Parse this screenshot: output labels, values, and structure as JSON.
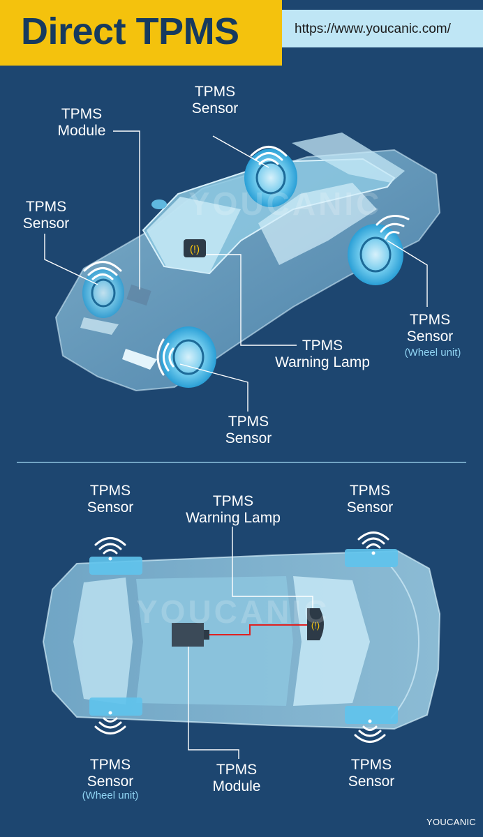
{
  "header": {
    "title": "Direct TPMS",
    "url": "https://www.youcanic.com/"
  },
  "top_diagram": {
    "labels": {
      "sensor_rear_top": [
        "TPMS",
        "Sensor"
      ],
      "module": [
        "TPMS",
        "Module"
      ],
      "sensor_left": [
        "TPMS",
        "Sensor"
      ],
      "sensor_right": [
        "TPMS",
        "Sensor"
      ],
      "sensor_right_sub": "(Wheel unit)",
      "warning_lamp": [
        "TPMS",
        "Warning Lamp"
      ],
      "sensor_bottom": [
        "TPMS",
        "Sensor"
      ]
    },
    "watermark": "YOUCANIC"
  },
  "bottom_diagram": {
    "labels": {
      "sensor_tl": [
        "TPMS",
        "Sensor"
      ],
      "warning_lamp": [
        "TPMS",
        "Warning Lamp"
      ],
      "sensor_tr": [
        "TPMS",
        "Sensor"
      ],
      "sensor_bl": [
        "TPMS",
        "Sensor"
      ],
      "sensor_bl_sub": "(Wheel unit)",
      "module": [
        "TPMS",
        "Module"
      ],
      "sensor_br": [
        "TPMS",
        "Sensor"
      ]
    },
    "watermark": "YOUCANIC"
  },
  "footer": {
    "brand": "YOUCANIC"
  },
  "colors": {
    "background": "#1d4670",
    "title_bg": "#f4c20d",
    "url_bg": "#bfe6f5",
    "car_body": "#a9d6ea",
    "wheel_glow": "#3fb6e6",
    "lamp_wire": "#e02020",
    "subtext": "#8fd3f2"
  }
}
